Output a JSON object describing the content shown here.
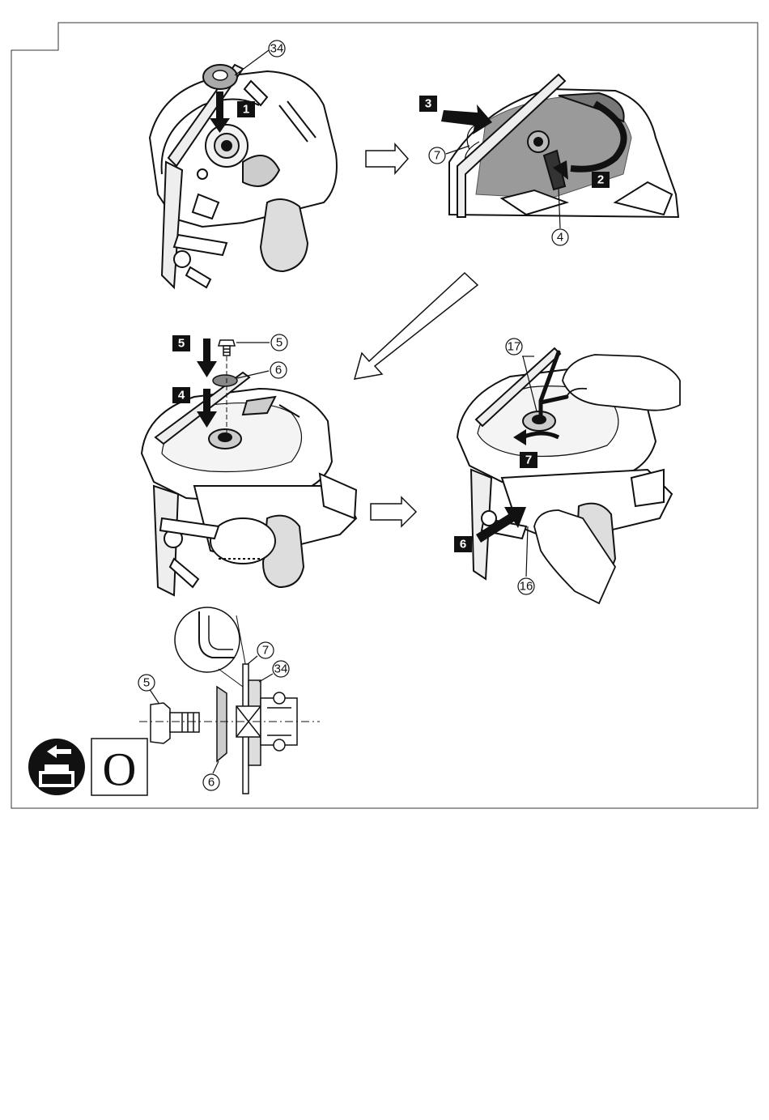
{
  "figure": {
    "panel_letter": "O",
    "callouts": {
      "p1_34": "34",
      "p2_7": "7",
      "p2_4": "4",
      "p3_5": "5",
      "p3_6": "6",
      "p4_17": "17",
      "p4_16": "16",
      "p5_5": "5",
      "p5_7": "7",
      "p5_34": "34",
      "p5_6": "6"
    },
    "steps": {
      "s1": "1",
      "s2": "2",
      "s3": "3",
      "s4": "4",
      "s5": "5",
      "s6": "6",
      "s7": "7"
    },
    "icon": "battery-remove-icon"
  }
}
